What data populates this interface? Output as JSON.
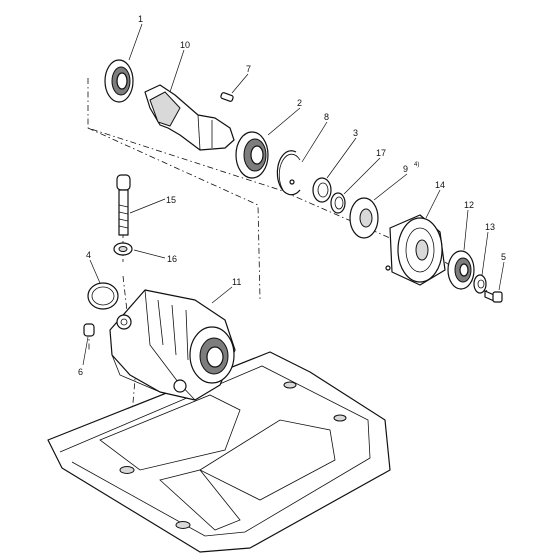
{
  "diagram": {
    "callouts": [
      {
        "id": "c1",
        "label": "1"
      },
      {
        "id": "c2",
        "label": "2"
      },
      {
        "id": "c3",
        "label": "3"
      },
      {
        "id": "c4",
        "label": "4"
      },
      {
        "id": "c5",
        "label": "5"
      },
      {
        "id": "c6",
        "label": "6"
      },
      {
        "id": "c7",
        "label": "7"
      },
      {
        "id": "c8",
        "label": "8"
      },
      {
        "id": "c9",
        "label": "9",
        "note": "4)"
      },
      {
        "id": "c10",
        "label": "10"
      },
      {
        "id": "c11",
        "label": "11"
      },
      {
        "id": "c12",
        "label": "12"
      },
      {
        "id": "c13",
        "label": "13"
      },
      {
        "id": "c14",
        "label": "14"
      },
      {
        "id": "c15",
        "label": "15"
      },
      {
        "id": "c16",
        "label": "16"
      },
      {
        "id": "c17",
        "label": "17"
      }
    ]
  }
}
